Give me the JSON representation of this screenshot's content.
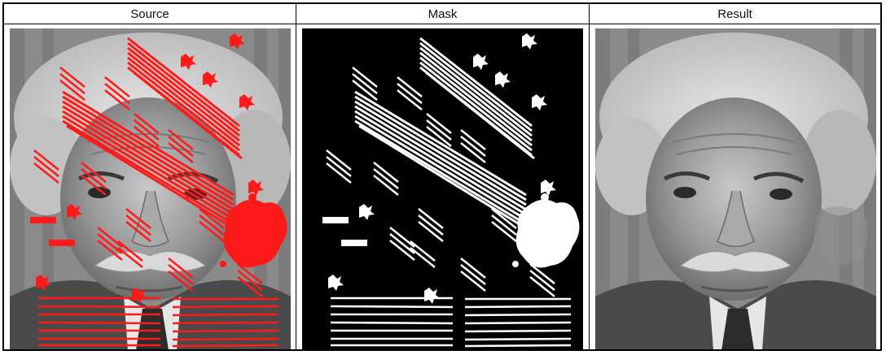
{
  "columns": [
    {
      "title": "Source"
    },
    {
      "title": "Mask"
    },
    {
      "title": "Result"
    }
  ],
  "colors": {
    "damage": "#ff1a1a",
    "mask_fg": "#ffffff",
    "mask_bg": "#000000",
    "border": "#000000"
  },
  "images": {
    "source": {
      "content": "grayscale portrait of an elderly man with wild white hair and a mustache, overlaid with red scratch and blotch damage"
    },
    "mask": {
      "content": "binary mask: white marks on black background marking the damaged regions"
    },
    "result": {
      "content": "restored grayscale portrait with damage removed"
    }
  }
}
